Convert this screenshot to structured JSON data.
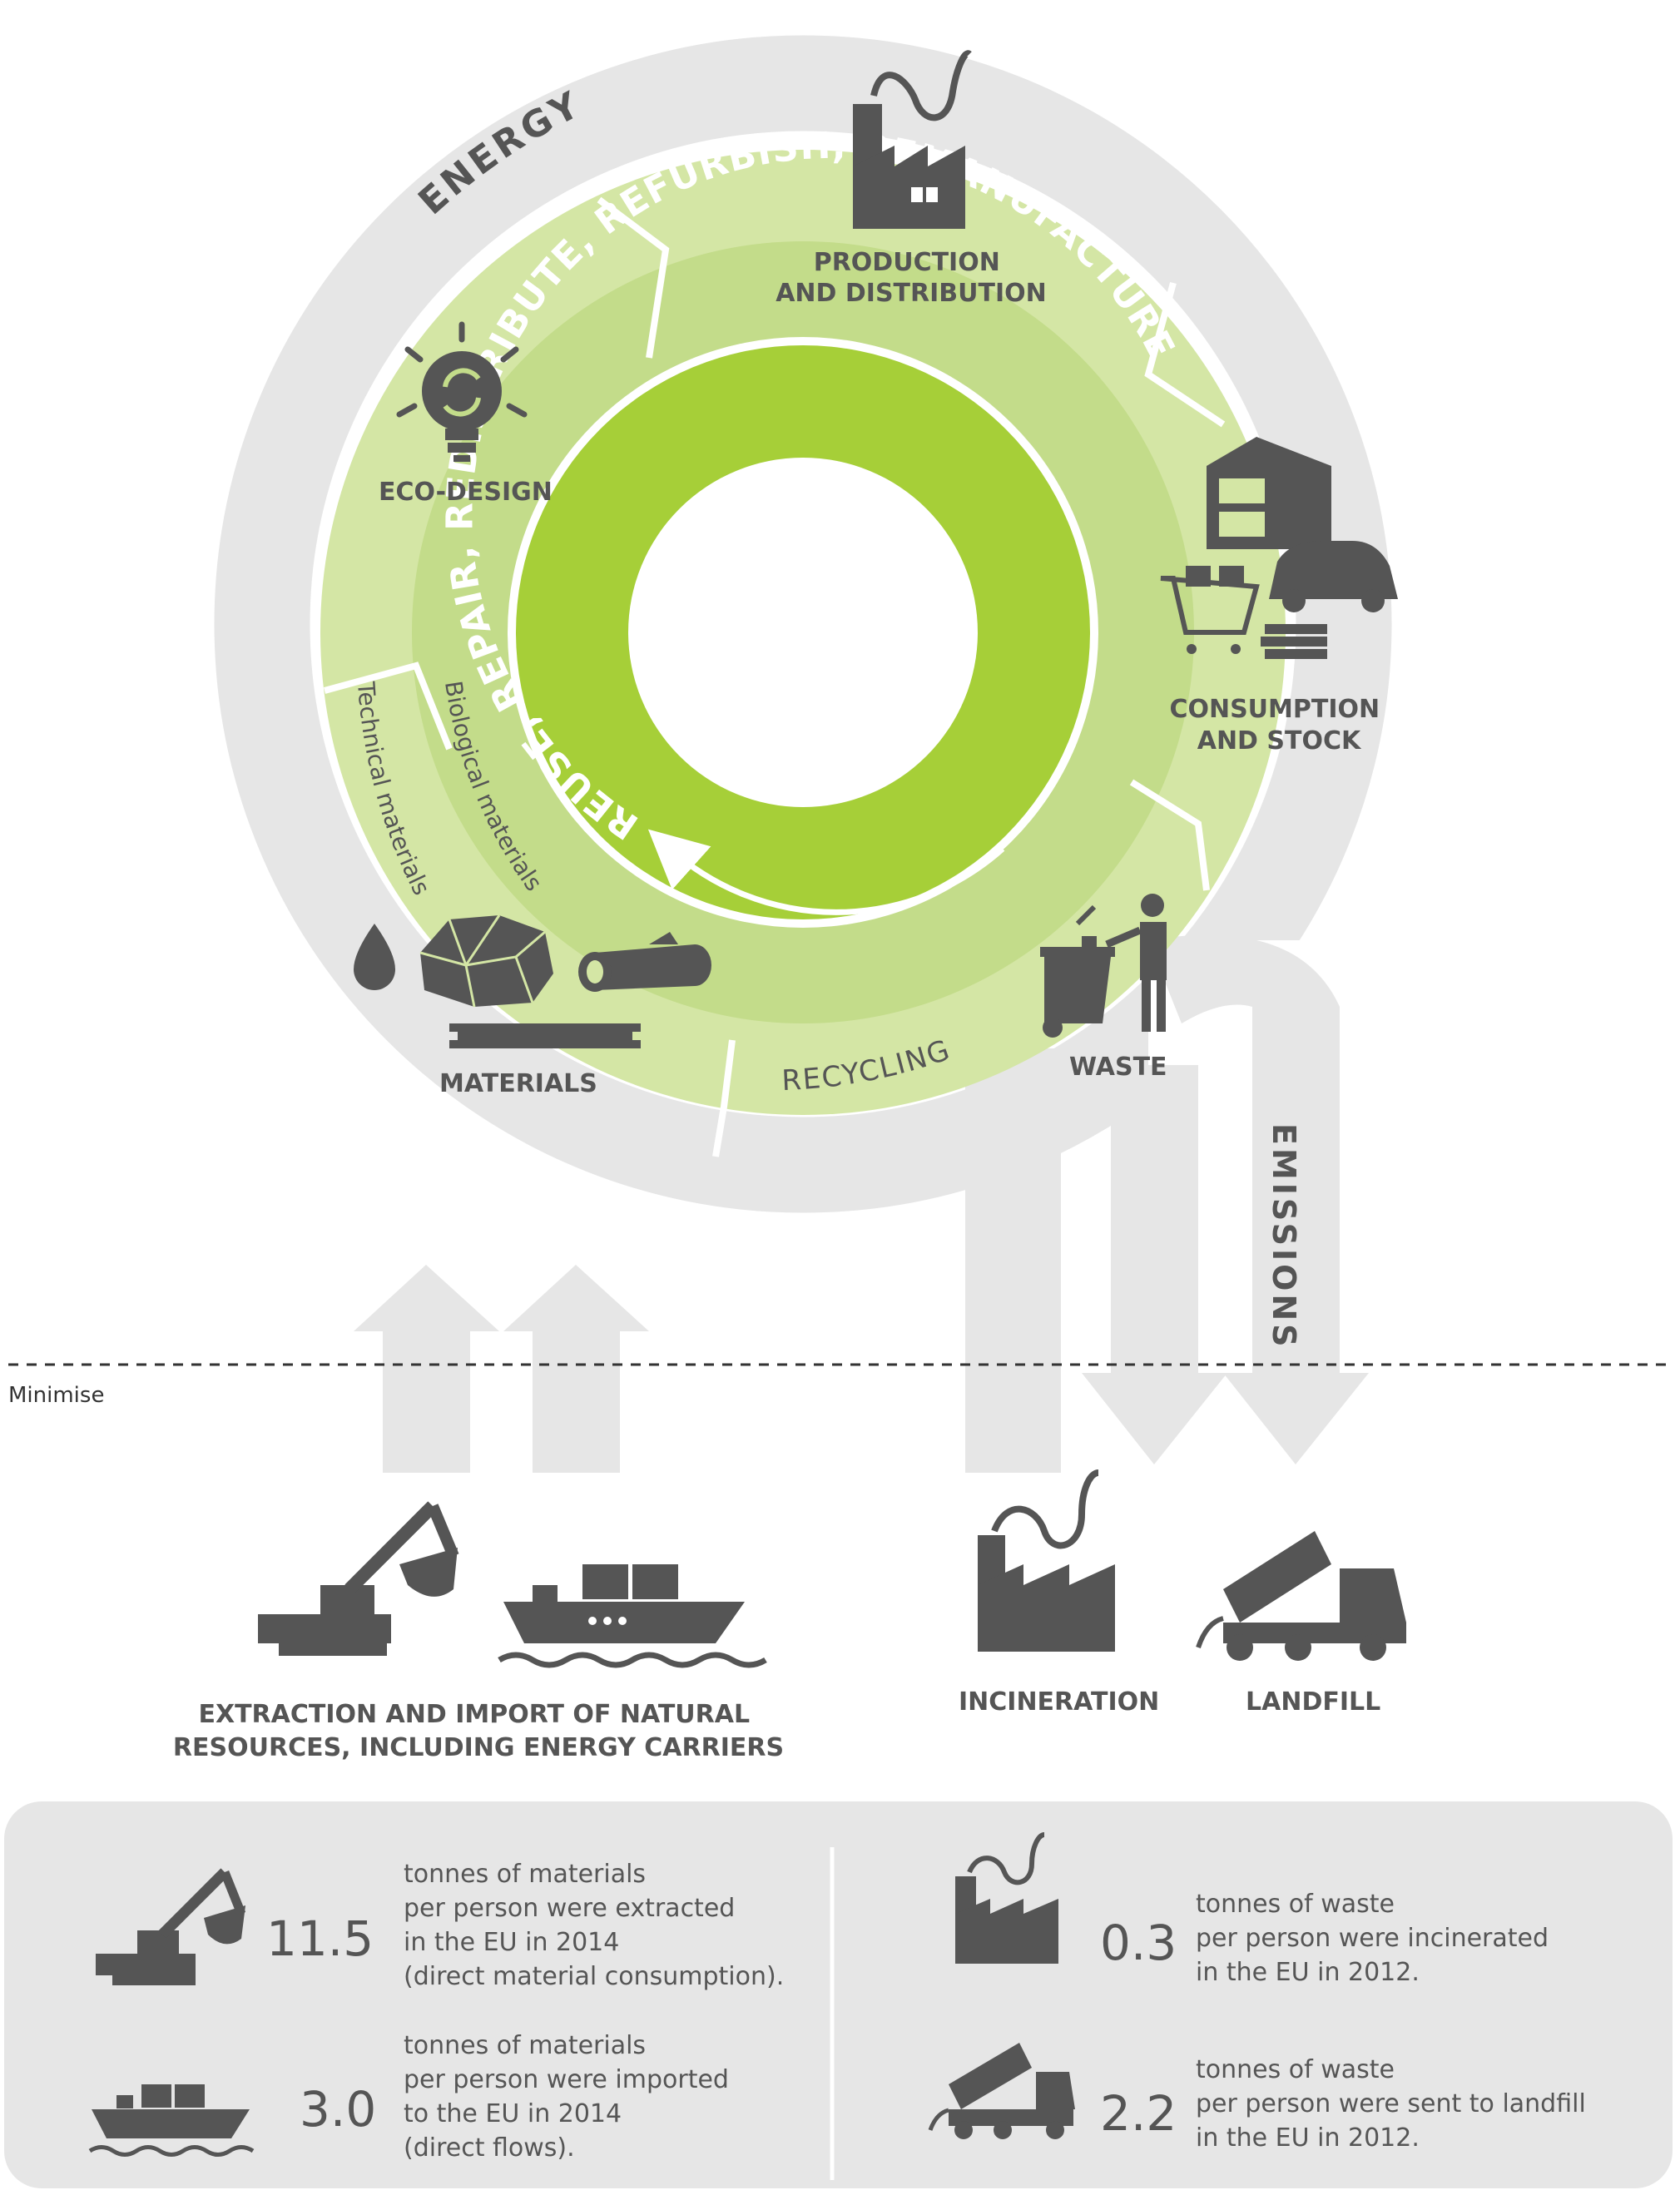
{
  "outer_ring": {
    "energy_label": "ENERGY",
    "emissions_label": "EMISSIONS"
  },
  "inner_ring": {
    "label": "REUSE, REPAIR, REDISTRIBUTE, REFURBISH, REMANUFACTURE"
  },
  "stages": {
    "production": [
      "PRODUCTION",
      "AND DISTRIBUTION"
    ],
    "consumption": [
      "CONSUMPTION",
      "AND STOCK"
    ],
    "waste": "WASTE",
    "recycling": "RECYCLING",
    "materials": "MATERIALS",
    "eco_design": "ECO-DESIGN",
    "technical_materials": "Technical materials",
    "biological_materials": "Biological materials"
  },
  "divider": {
    "label": "Minimise"
  },
  "outputs": {
    "extraction": [
      "EXTRACTION AND IMPORT OF NATURAL",
      "RESOURCES, INCLUDING ENERGY CARRIERS"
    ],
    "incineration": "INCINERATION",
    "landfill": "LANDFILL"
  },
  "stats": {
    "extracted": {
      "value": "11.5",
      "lines": [
        "tonnes of materials",
        "per person were extracted",
        "in the EU in 2014",
        "(direct material consumption)."
      ]
    },
    "imported": {
      "value": "3.0",
      "lines": [
        "tonnes of materials",
        "per person were imported",
        "to the EU in 2014",
        "(direct flows)."
      ]
    },
    "incinerated": {
      "value": "0.3",
      "lines": [
        "tonnes of waste",
        "per person were incinerated",
        "in the EU in 2012."
      ]
    },
    "landfilled": {
      "value": "2.2",
      "lines": [
        "tonnes of waste",
        "per person were sent to landfill",
        "in the EU in 2012."
      ]
    }
  },
  "colors": {
    "grey_flow": "#e6e6e6",
    "outer_green": "#d4e6a5",
    "mid_green": "#c3dc8a",
    "inner_green": "#a6cf38",
    "icon_grey": "#555555",
    "stats_panel": "#e6e6e6"
  }
}
